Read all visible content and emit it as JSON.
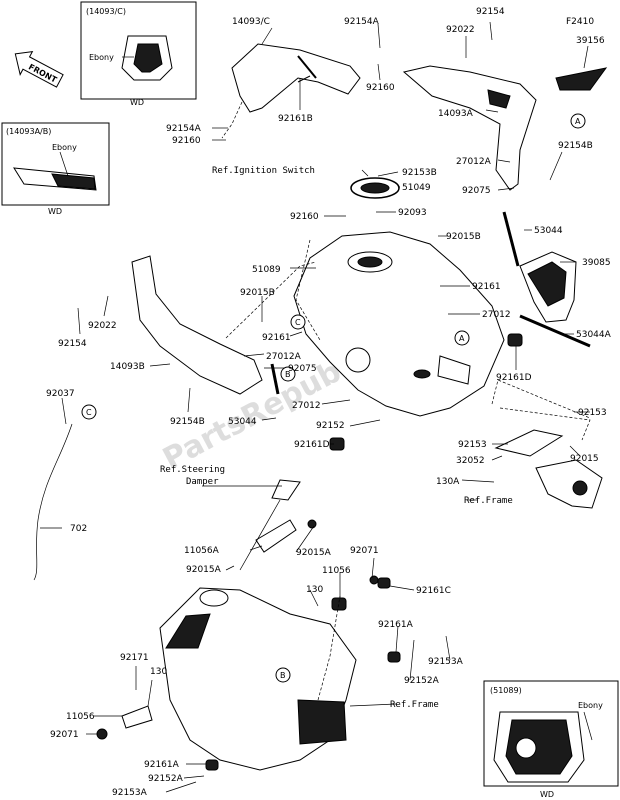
{
  "front_arrow": "FRONT",
  "watermark": "PartsRepublik",
  "insets": {
    "cover_c": {
      "title": "(14093/C)",
      "color": "Ebony",
      "code": "WD"
    },
    "cover_ab": {
      "title": "(14093A/B)",
      "color": "Ebony",
      "code": "WD"
    },
    "tank_cap": {
      "title": "(51089)",
      "color": "Ebony",
      "code": "WD"
    }
  },
  "refs": {
    "ignition": "Ref.Ignition Switch",
    "steering": "Ref.Steering\nDamper",
    "steering_line1": "Ref.Steering",
    "steering_line2": "Damper",
    "frame_right": "Ref.Frame",
    "frame_bottom": "Ref.Frame"
  },
  "callouts": [
    "A",
    "B",
    "C"
  ],
  "labels": {
    "l14093c": "14093/C",
    "l92154a_top": "92154A",
    "l92160_top": "92160",
    "l92161b": "92161B",
    "l92154a_mid": "92154A",
    "l92160_mid": "92160",
    "l92022_top": "92022",
    "l92154_top": "92154",
    "lf2410": "F2410",
    "l39156": "39156",
    "l14093a": "14093A",
    "l27012a_top": "27012A",
    "l92154b_top": "92154B",
    "l92075_top": "92075",
    "l92153b": "92153B",
    "l51049": "51049",
    "l92160_center": "92160",
    "l92093": "92093",
    "l92015b_top": "92015B",
    "l53044": "53044",
    "l39085": "39085",
    "l51089": "51089",
    "l92015b_left": "92015B",
    "l92161_right": "92161",
    "l27012_right": "27012",
    "l92022_left": "92022",
    "l92154_left": "92154",
    "l92161_left": "92161",
    "l53044a": "53044A",
    "l14093b": "14093B",
    "l27012a_mid": "27012A",
    "l92075_mid": "92075",
    "l92161d_right": "92161D",
    "l92154b_left": "92154B",
    "l27012_mid": "27012",
    "l92037": "92037",
    "l53044_bottom": "53044",
    "l92152": "92152",
    "l92161d_mid": "92161D",
    "l92153_r1": "92153",
    "l92153_r2": "92153",
    "l92015": "92015",
    "l32052": "32052",
    "l130a": "130A",
    "l702": "702",
    "l11056a": "11056A",
    "l92015a_right": "92015A",
    "l92015a_left": "92015A",
    "l92071_top": "92071",
    "l11056_top": "11056",
    "l130_top": "130",
    "l92161c": "92161C",
    "l92161a_right": "92161A",
    "l92153a_right": "92153A",
    "l92152a_right": "92152A",
    "l92171": "92171",
    "l130_left": "130",
    "l11056_left": "11056",
    "l92071_left": "92071",
    "l92161a_bottom": "92161A",
    "l92152a_bottom": "92152A",
    "l92153a_bottom": "92153A"
  }
}
